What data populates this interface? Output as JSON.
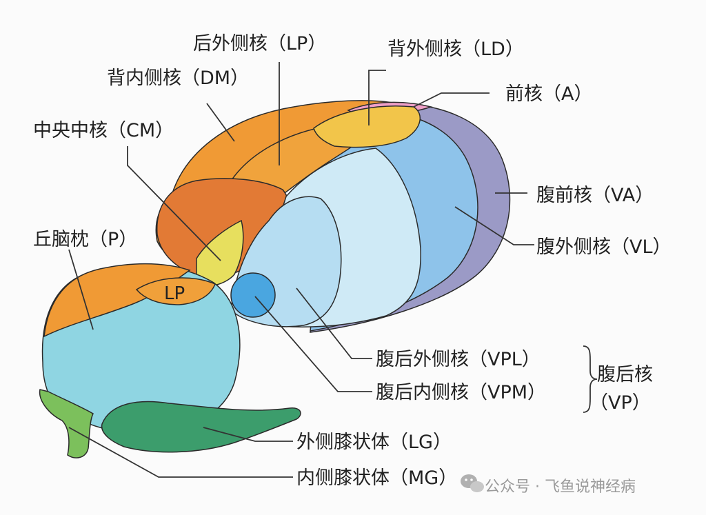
{
  "labels": {
    "lp_top": "后外侧核（LP）",
    "ld": "背外侧核（LD）",
    "dm": "背内侧核（DM）",
    "a": "前核（A）",
    "cm": "中央中核（CM）",
    "va": "腹前核（VA）",
    "p": "丘脑枕（P）",
    "vl": "腹外侧核（VL）",
    "lp_inner": "LP",
    "vpl": "腹后外侧核（VPL）",
    "vpm": "腹后内侧核（VPM）",
    "vp_line1": "腹后核",
    "vp_line2": "（VP）",
    "lg": "外侧膝状体（LG）",
    "mg": "内侧膝状体（MG）"
  },
  "watermark": {
    "text": "公众号 · 飞鱼说神经病",
    "icon": "wechat-icon"
  },
  "colors": {
    "orange": "#f09a35",
    "dark_orange": "#e27a35",
    "yellow": "#f2c54a",
    "light_yellow": "#e7df5e",
    "pink": "#f0a0c8",
    "lavender": "#9b9ac6",
    "blue_mid": "#8ec3ea",
    "blue_pale": "#cfeaf6",
    "blue_light": "#b6ddf2",
    "blue_deep": "#4aa6e0",
    "cyan": "#8fd5e2",
    "green_dark": "#3c9d6c",
    "green_light": "#7cc05c"
  }
}
